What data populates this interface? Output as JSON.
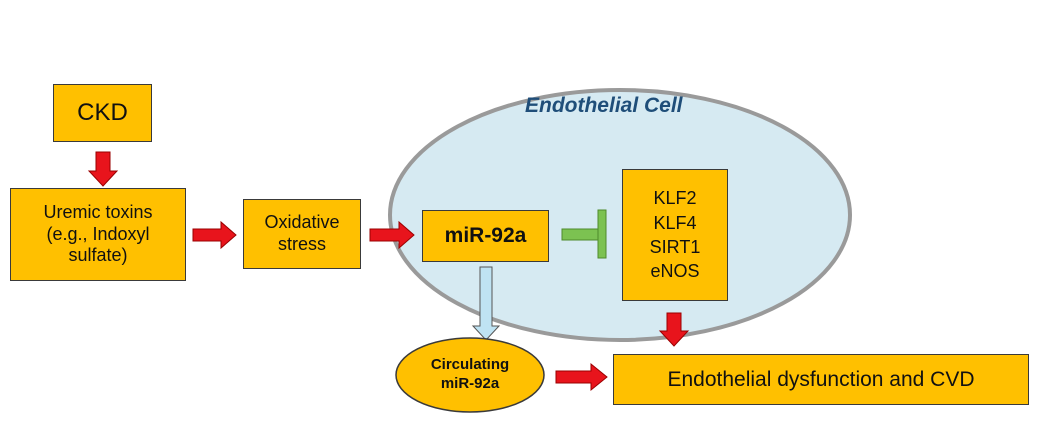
{
  "colors": {
    "box_fill": "#FFC000",
    "box_border": "#3a3a3a",
    "arrow_red": "#E8141C",
    "cell_fill": "#D6EAF2",
    "cell_border": "#9a9a9a",
    "inhibit_green": "#7CC251",
    "secretion_blue": "#BFE3F3",
    "label_blue": "#1f4e79"
  },
  "nodes": {
    "ckd": "CKD",
    "uremic_toxins": [
      "Uremic toxins",
      "(e.g., Indoxyl",
      "sulfate)"
    ],
    "oxidative_stress": [
      "Oxidative",
      "stress"
    ],
    "mir92a": "miR-92a",
    "targets": [
      "KLF2",
      "KLF4",
      "SIRT1",
      "eNOS"
    ],
    "circulating": [
      "Circulating",
      "miR-92a"
    ],
    "outcome": "Endothelial dysfunction and CVD"
  },
  "cell_label": "Endothelial Cell"
}
